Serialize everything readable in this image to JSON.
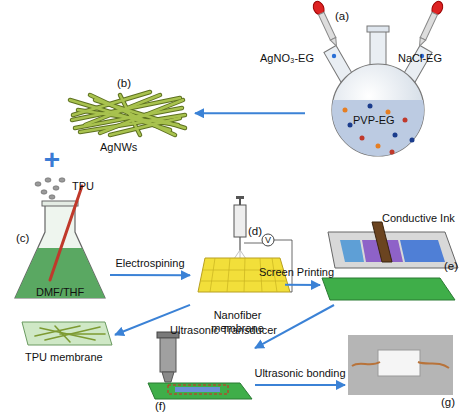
{
  "diagram": {
    "nodes": [
      {
        "text": [
          "(a)",
          "AgNO₃-EG",
          "NaCl-EG",
          "PVP-EG"
        ]
      },
      {
        "text": [
          "(b)",
          "AgNWs"
        ]
      },
      {
        "text": [
          "TPU",
          "(c)",
          "DMF/THF"
        ]
      },
      {
        "text": [
          "(d)",
          "Nanofiber membrane"
        ]
      },
      {
        "text": [
          "Conductive Ink",
          "(e)"
        ]
      },
      {
        "text": [
          "TPU membrane"
        ]
      },
      {
        "text": [
          "Ultrasonic Transducer",
          "(f)"
        ]
      },
      {
        "text": [
          "(g)"
        ]
      }
    ],
    "edges": [
      {
        "from": 0,
        "to": 1,
        "arrow": "to"
      },
      {
        "from": 2,
        "to": 3,
        "label": "Electrospining",
        "arrow": "to"
      },
      {
        "from": 3,
        "to": 4,
        "label": "Screen Printing",
        "arrow": "to"
      },
      {
        "from": 3,
        "to": 5,
        "arrow": "to"
      },
      {
        "from": 4,
        "to": 6,
        "arrow": "to"
      },
      {
        "from": 6,
        "to": 7,
        "label": "Ultrasonic bonding",
        "arrow": "to"
      }
    ],
    "labels": [
      "+",
      "V"
    ]
  }
}
